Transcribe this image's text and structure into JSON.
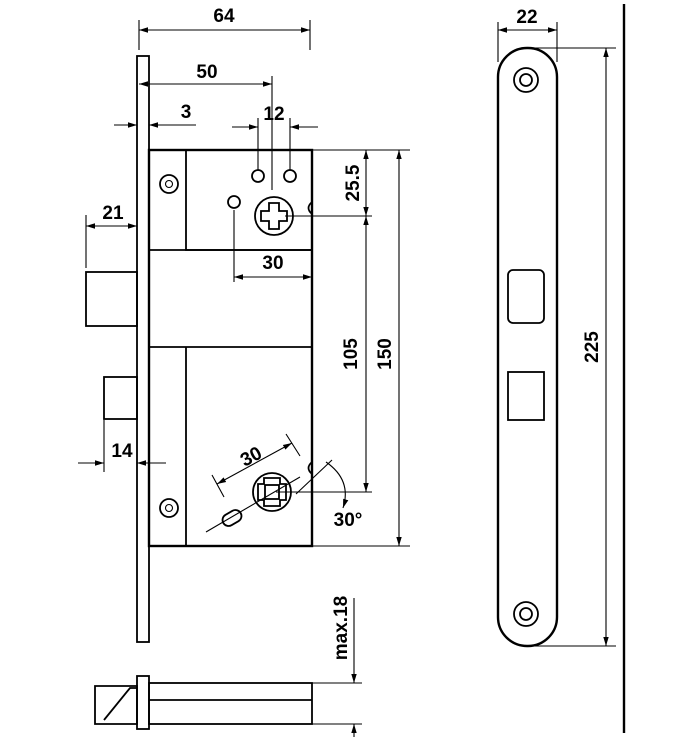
{
  "dimensions": {
    "width_total": "64",
    "to_spindle": "50",
    "faceplate": "3",
    "cylinder_gap": "12",
    "latch_projection": "21",
    "cylinder_offset": "25.5",
    "cylinder_width": "30",
    "centers": "105",
    "case_height": "150",
    "bolt_projection": "14",
    "follower": "30",
    "angle": "30°",
    "strike_width": "22",
    "strike_height": "225",
    "max_thickness": "max.18"
  },
  "colors": {
    "line": "#000000",
    "background": "#ffffff"
  }
}
